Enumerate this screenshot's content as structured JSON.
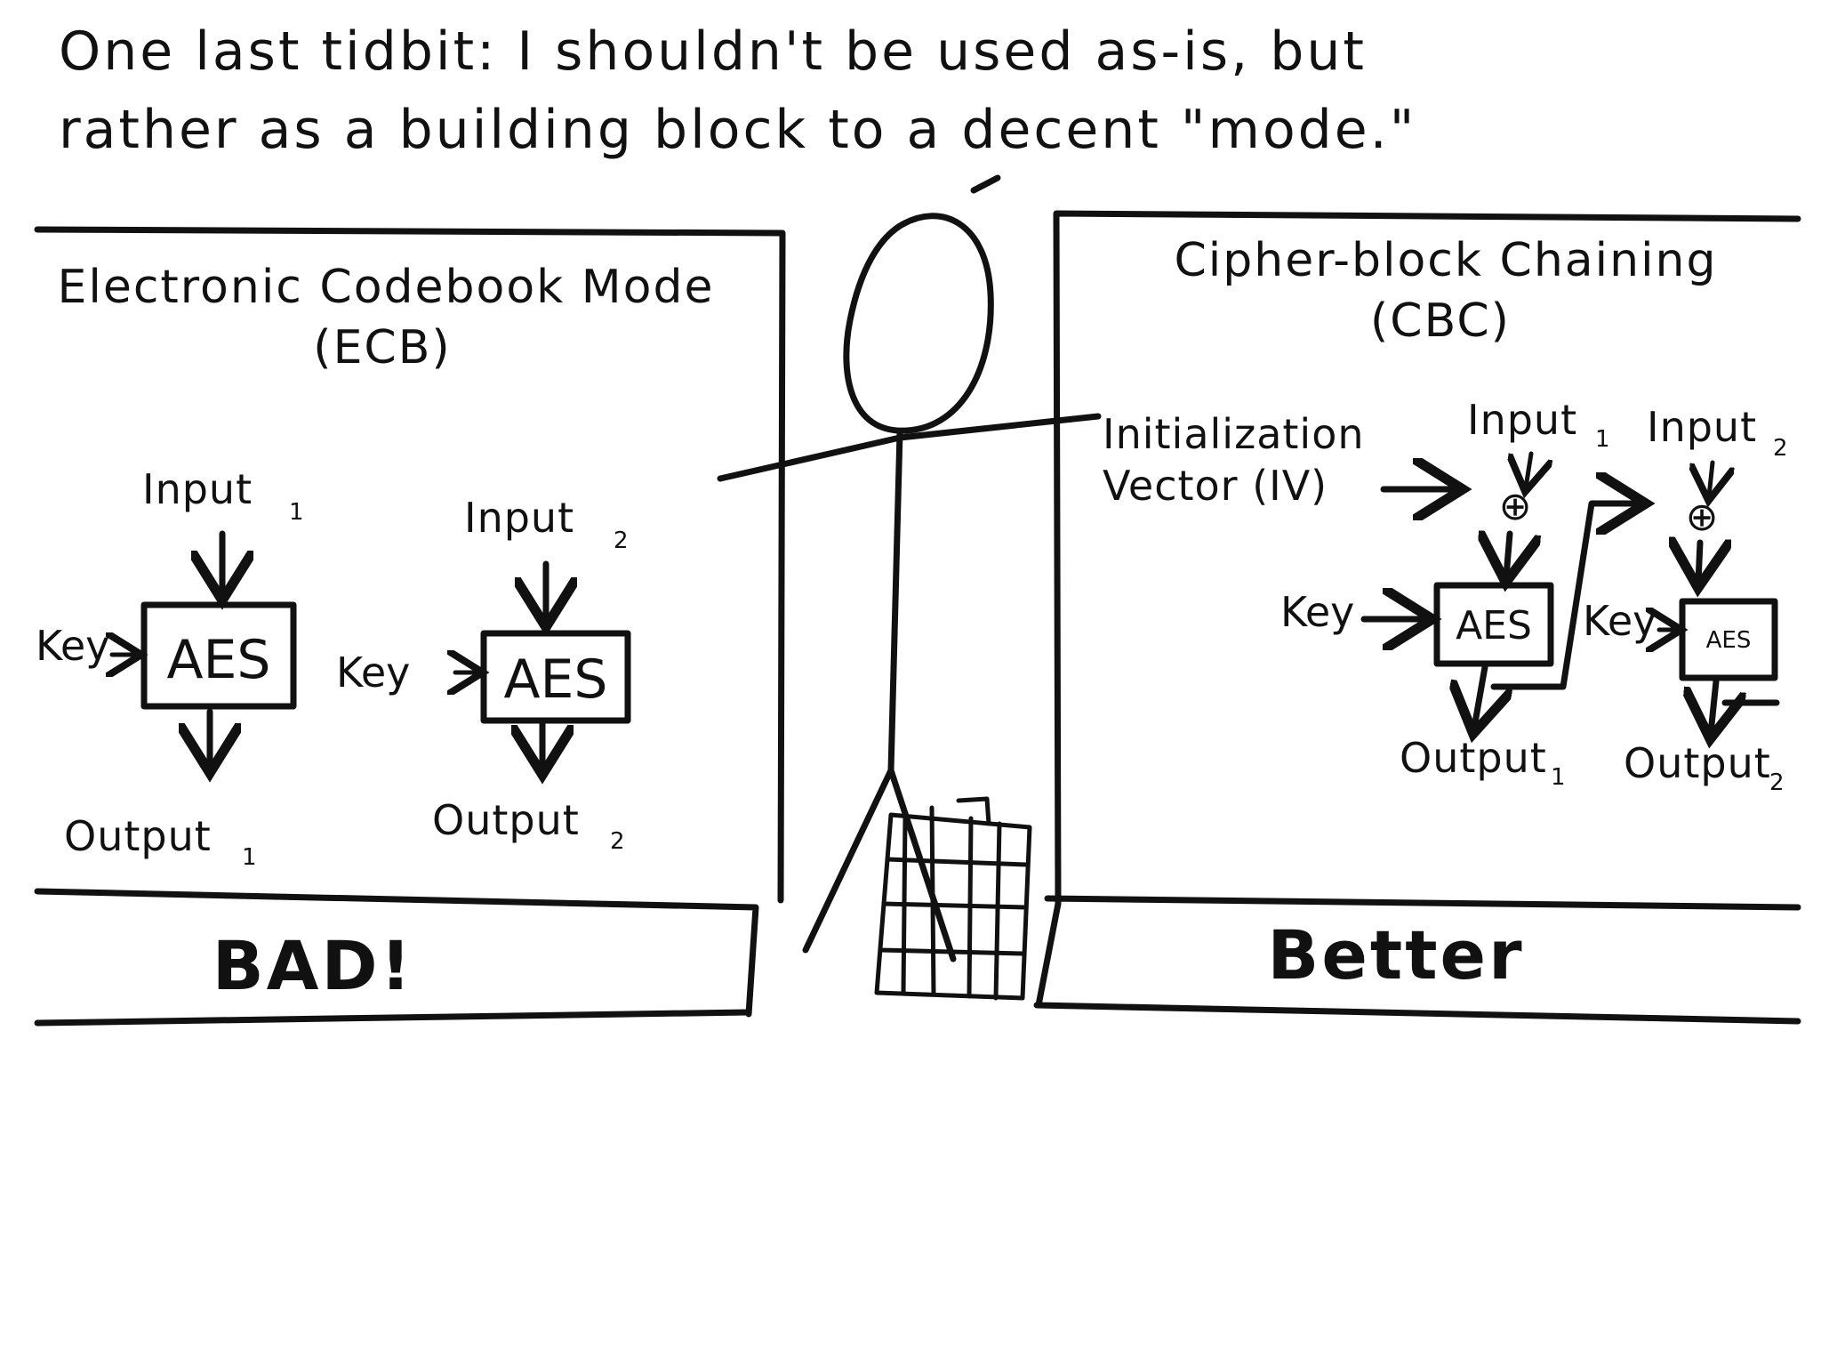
{
  "caption": {
    "line1": "One last tidbit: I shouldn't be used as-is, but",
    "line2": "rather as a building block to a decent \"mode.\""
  },
  "ecb": {
    "title_line1": "Electronic Codebook Mode",
    "title_line2": "(ECB)",
    "block1": {
      "input": "Input",
      "input_sub": "1",
      "key": "Key",
      "cipher": "AES",
      "output": "Output",
      "output_sub": "1"
    },
    "block2": {
      "input": "Input",
      "input_sub": "2",
      "key": "Key",
      "cipher": "AES",
      "output": "Output",
      "output_sub": "2"
    },
    "verdict": "BAD!"
  },
  "cbc": {
    "title_line1": "Cipher-block Chaining",
    "title_line2": "(CBC)",
    "iv_line1": "Initialization",
    "iv_line2": "Vector (IV)",
    "xor_symbol": "⊕",
    "block1": {
      "input": "Input",
      "input_sub": "1",
      "key": "Key",
      "cipher": "AES",
      "output": "Output",
      "output_sub": "1"
    },
    "block2": {
      "input": "Input",
      "input_sub": "2",
      "key": "Key",
      "cipher": "AES",
      "output": "Output",
      "output_sub": "2"
    },
    "verdict": "Better"
  },
  "colors": {
    "ink": "#111111",
    "paper": "#ffffff"
  }
}
